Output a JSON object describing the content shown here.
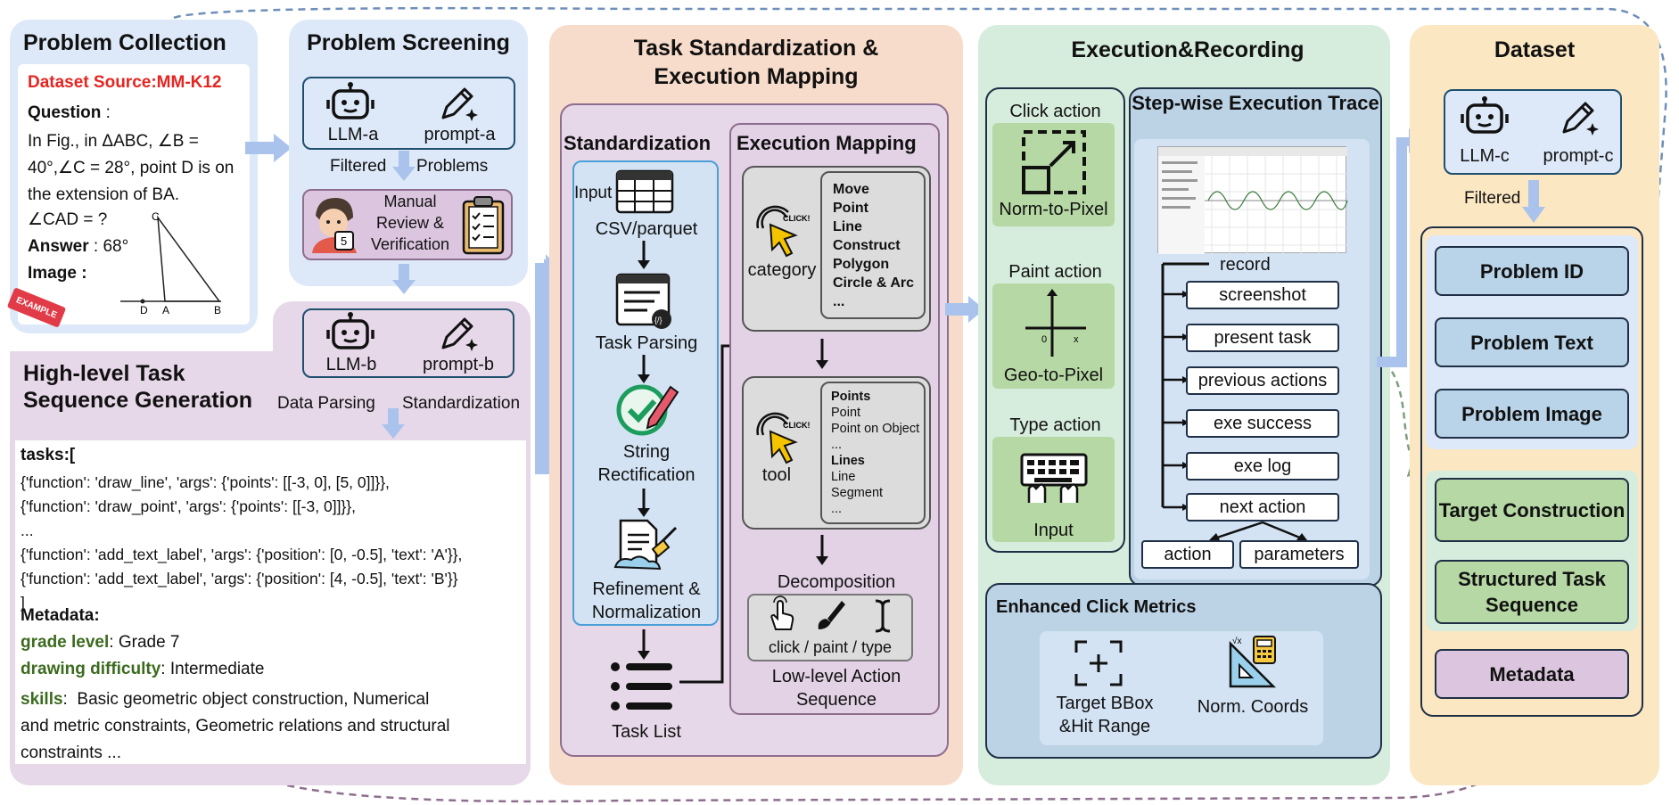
{
  "problem_collection": {
    "title": "Problem Collection",
    "source": "Dataset Source:MM-K12",
    "question_label": "Question",
    "question_text": "In Fig., in ΔABC, ∠B = 40°,∠C = 28°, point D is on the extension of BA.",
    "cad": "∠CAD = ?",
    "answer_label": "Answer",
    "answer_value": "68°",
    "image_label": "Image",
    "point_c": "C",
    "point_d": "D",
    "point_a": "A",
    "point_b": "B",
    "stamp": "EXAMPLE"
  },
  "problem_screening": {
    "title": "Problem Screening",
    "llm": "LLM-a",
    "prompt": "prompt-a",
    "filtered": "Filtered",
    "problems": "Problems",
    "manual": "Manual Review & Verification",
    "badge": "5"
  },
  "high_level": {
    "title_line1": "High-level Task",
    "title_line2": "Sequence Generation",
    "llm": "LLM-b",
    "prompt": "prompt-b",
    "data_parsing": "Data Parsing",
    "standardization": "Standardization",
    "tasks_label": "tasks:[",
    "task_lines": [
      "{'function': 'draw_line', 'args': {'points': [[-3, 0], [5, 0]]}},",
      "{'function': 'draw_point', 'args': {'points': [[-3, 0]]}},",
      "...",
      "{'function': 'add_text_label', 'args': {'position': [0, -0.5], 'text': 'A'}},",
      "{'function': 'add_text_label', 'args': {'position': [4, -0.5], 'text': 'B'}}",
      "]"
    ],
    "metadata_label": "Metadata:",
    "grade_key": "grade level",
    "grade_val": "Grade 7",
    "difficulty_key": "drawing difficulty",
    "difficulty_val": "Intermediate",
    "skills_key": "skills",
    "skills_line1": "Basic geometric object construction, Numerical",
    "skills_line2": "and metric constraints, Geometric relations and structural",
    "skills_line3": "constraints ..."
  },
  "task_std": {
    "title_line1": "Task Standardization &",
    "title_line2": "Execution Mapping",
    "standardization": "Standardization",
    "input": "Input",
    "csv": "CSV/parquet",
    "task_parsing": "Task Parsing",
    "string_rect": "String Rectification",
    "refinement": "Refinement & Normalization",
    "task_list": "Task List",
    "exec_mapping": "Execution Mapping",
    "category": "category",
    "category_items": [
      "Move",
      "Point",
      "Line",
      "Construct",
      "Polygon",
      "Circle & Arc",
      "..."
    ],
    "click_badge": "CLICK!",
    "tool": "tool",
    "tool_items": [
      {
        "text": "Points",
        "bold": true
      },
      {
        "text": "Point",
        "bold": false
      },
      {
        "text": "Point on Object",
        "bold": false
      },
      {
        "text": "...",
        "bold": false
      },
      {
        "text": "Lines",
        "bold": true
      },
      {
        "text": "Line",
        "bold": false
      },
      {
        "text": "Segment",
        "bold": false
      },
      {
        "text": "...",
        "bold": false
      }
    ],
    "decomposition": "Decomposition",
    "click_paint_type": "click / paint / type",
    "low_level": "Low-level Action Sequence"
  },
  "execution": {
    "title": "Execution&Recording",
    "click_action": "Click action",
    "norm_to_pixel": "Norm-to-Pixel",
    "paint_action": "Paint action",
    "geo_to_pixel": "Geo-to-Pixel",
    "type_action": "Type action",
    "input": "Input",
    "step_title": "Step-wise Execution Trace",
    "record": "record",
    "record_items": [
      "screenshot",
      "present task",
      "previous actions",
      "exe success",
      "exe log",
      "next action"
    ],
    "action": "action",
    "parameters": "parameters",
    "enhanced": "Enhanced Click Metrics",
    "target_bbox": "Target BBox &Hit Range",
    "norm_coords": "Norm. Coords"
  },
  "dataset": {
    "title": "Dataset",
    "llm": "LLM-c",
    "prompt": "prompt-c",
    "filtered": "Filtered",
    "problem_id": "Problem ID",
    "problem_text": "Problem Text",
    "problem_image": "Problem Image",
    "target_construction": "Target Construction",
    "structured_seq": "Structured Task Sequence",
    "metadata": "Metadata"
  },
  "colors": {
    "blue_panel": "#dde9f8",
    "purple_panel": "#e7d8e9",
    "orange_panel": "#f8dccb",
    "green_panel": "#d6ecdc",
    "yellow_panel": "#fbe7c2",
    "arrow": "#a9c3ec",
    "green_box": "#b6d8a4",
    "blue_box": "#b9d3e8",
    "purple_box": "#dcc6df",
    "dashed_blue": "#6f8fb8",
    "dashed_purple": "#8e6e8e"
  }
}
